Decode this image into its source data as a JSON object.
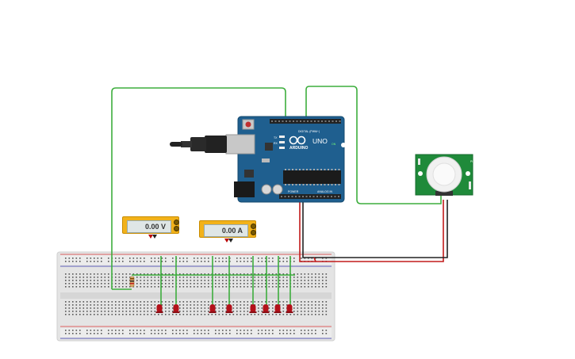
{
  "voltmeter": {
    "reading": "0.00 V"
  },
  "ammeter": {
    "reading": "0.00 A"
  },
  "arduino": {
    "brand": "ARDUINO",
    "model": "UNO",
    "digital_label": "DIGITAL (PWM~)",
    "power_label": "POWER",
    "analog_label": "ANALOG IN",
    "on_label": "ON",
    "tx_label": "TX",
    "rx_label": "RX"
  },
  "pir_sensor": {
    "label": "PIR"
  },
  "colors": {
    "wire_green": "#3dae3d",
    "wire_red": "#c21b1b",
    "wire_black": "#222222",
    "board_blue": "#1f5f8f",
    "pir_green": "#1f8a3a",
    "led_red": "#b3111a",
    "meter_yellow": "#f2b21a"
  }
}
